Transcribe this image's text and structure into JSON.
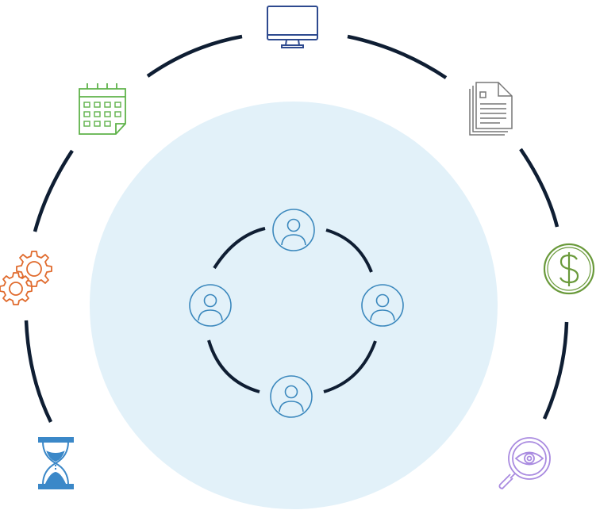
{
  "colors": {
    "ring": "#0f1e33",
    "center_fill": "#e2f1f9",
    "people": "#3b88bd",
    "monitor": "#2e4a8f",
    "document": "#777777",
    "dollar": "#6a9a3b",
    "eye_search": "#a98ae0",
    "hourglass": "#3b88c8",
    "gears": "#e06a2c",
    "calendar": "#5fb24a",
    "background": "#ffffff"
  },
  "outer_ring_icons": [
    {
      "name": "monitor-icon",
      "color_key": "monitor"
    },
    {
      "name": "document-icon",
      "color_key": "document"
    },
    {
      "name": "dollar-icon",
      "color_key": "dollar"
    },
    {
      "name": "eye-search-icon",
      "color_key": "eye_search"
    },
    {
      "name": "hourglass-icon",
      "color_key": "hourglass"
    },
    {
      "name": "gears-icon",
      "color_key": "gears"
    },
    {
      "name": "calendar-icon",
      "color_key": "calendar"
    }
  ],
  "inner_ring_icons": [
    {
      "name": "person-icon-top"
    },
    {
      "name": "person-icon-right"
    },
    {
      "name": "person-icon-bottom"
    },
    {
      "name": "person-icon-left"
    }
  ]
}
